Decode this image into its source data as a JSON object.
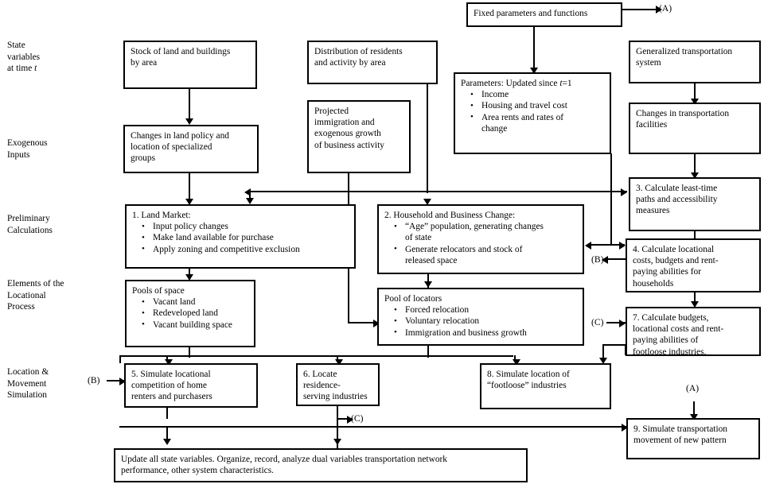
{
  "diagram": {
    "title": "Urban land use and transportation simulation model flowchart"
  },
  "row_labels": [
    {
      "name": "state-variables",
      "text": "State\nvariables\nat time t"
    },
    {
      "name": "exogenous-inputs",
      "text": "Exogenous\nInputs"
    },
    {
      "name": "preliminary-calculations",
      "text": "Preliminary\nCalculations"
    },
    {
      "name": "elements-locational-process",
      "text": "Elements of the\nLocational\nProcess"
    },
    {
      "name": "location-movement-simulation",
      "text": "Location &\nMovement\nSimulation"
    }
  ],
  "boxes": {
    "stock_of_land": {
      "title": "Stock of land and buildings\nby area"
    },
    "distribution_residents": {
      "title": "Distribution of residents\nand activity by area"
    },
    "fixed_parameters": {
      "title": "Fixed parameters and functions"
    },
    "generalized_transportation": {
      "title": "Generalized transportation\nsystem"
    },
    "changes_land_policy": {
      "title": "Changes in land policy and\nlocation of specialized\ngroups"
    },
    "projected_immigration": {
      "title": "Projected\nimmigration and\nexogenous growth\nof business activity"
    },
    "parameters_updated": {
      "title": "Parameters: Updated since t=1",
      "items": [
        "Income",
        "Housing and travel cost",
        "Area rents and rates of\nchange"
      ]
    },
    "changes_transportation": {
      "title": "Changes in transportation\nfacilities"
    },
    "land_market": {
      "title": "1. Land Market:",
      "items": [
        "Input policy changes",
        "Make land available for purchase",
        "Apply zoning and competitive exclusion"
      ]
    },
    "household_business_change": {
      "title": "2. Household and Business Change:",
      "items": [
        "“Age” population, generating changes\nof state",
        "Generate relocators and stock of\nreleased space"
      ]
    },
    "calc_least_time": {
      "title": "3. Calculate least-time\npaths and accessibility\nmeasures"
    },
    "pools_of_space": {
      "title": "Pools of space",
      "items": [
        "Vacant land",
        "Redeveloped land",
        "Vacant building space"
      ]
    },
    "pool_of_locators": {
      "title": "Pool of locators",
      "items": [
        "Forced relocation",
        "Voluntary relocation",
        "Immigration and business growth"
      ]
    },
    "calc_locational_costs": {
      "title": "4. Calculate locational\ncosts, budgets and rent-\npaying abilities for\nhouseholds"
    },
    "calc_budgets_footloose": {
      "title": "7. Calculate budgets,\nlocational costs and rent-\npaying abilities of\nfootloose industries."
    },
    "simulate_home_renters": {
      "title": "5. Simulate locational\ncompetition of home\nrenters and purchasers"
    },
    "locate_residence_serving": {
      "title": "6. Locate residence-\nserving industries"
    },
    "simulate_footloose": {
      "title": "8. Simulate location of\n“footloose” industries"
    },
    "simulate_transportation": {
      "title": "9. Simulate transportation\nmovement of new pattern"
    },
    "update_state_variables": {
      "title": "Update all state variables. Organize, record, analyze dual variables  transportation network\nperformance, other system characteristics."
    }
  },
  "tags": {
    "a_top": "(A)",
    "b_mid": "(B)",
    "c_mid": "(C)",
    "b_left": "(B)",
    "c_bottom": "(C)",
    "a_bottom": "(A)"
  },
  "colors": {
    "stroke": "#000000",
    "background": "#ffffff"
  }
}
